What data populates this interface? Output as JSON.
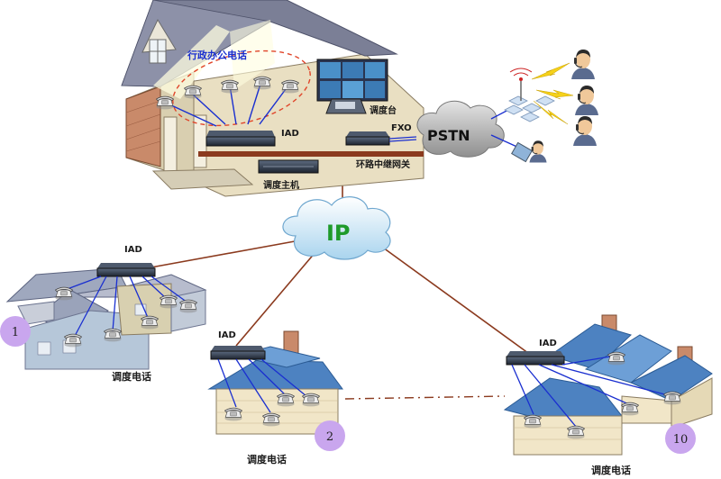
{
  "labels": {
    "office_phones": "行政办公电话",
    "console": "调度台",
    "iad_main": "IAD",
    "fxo": "FXO",
    "pstn": "PSTN",
    "loop_gateway": "环路中继网关",
    "dispatch_host": "调度主机",
    "ip": "IP",
    "iad_site1": "IAD",
    "iad_site2": "IAD",
    "iad_site10": "IAD",
    "phones_site1": "调度电话",
    "phones_site2": "调度电话",
    "phones_site10": "调度电话"
  },
  "site_numbers": {
    "site1": "1",
    "site2": "2",
    "site10": "10"
  },
  "colors": {
    "ethernet_line": "#8b3a1e",
    "phone_line": "#1a2fd0",
    "ip_text": "#1e9a2a",
    "badge": "#c9a6ee",
    "roof_blue": "#4d82c1",
    "roof_grey": "#7b7f96",
    "wall": "#f1e6c8",
    "device": "#2c3645"
  }
}
